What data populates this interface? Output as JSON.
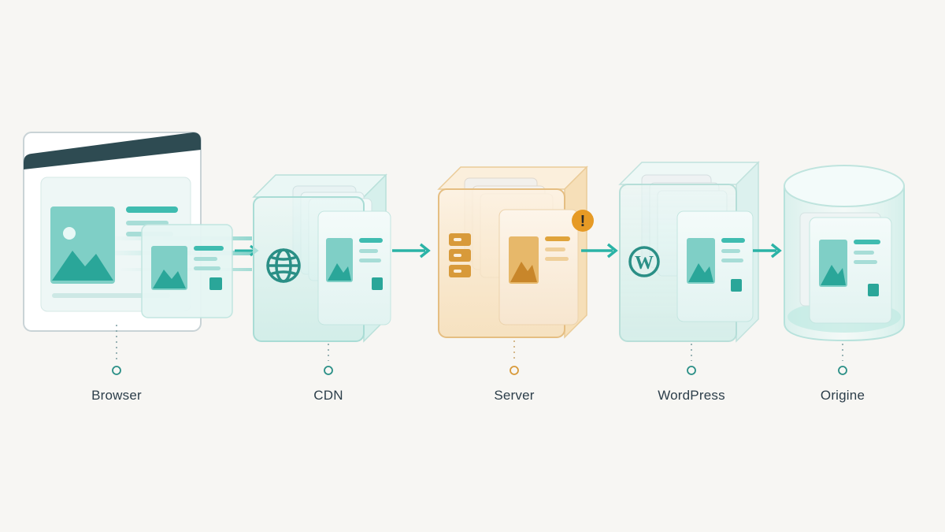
{
  "stages": [
    {
      "id": "browser",
      "label": "Browser",
      "icon": "image-icon",
      "highlight": false
    },
    {
      "id": "cdn",
      "label": "CDN",
      "icon": "globe-icon",
      "highlight": false
    },
    {
      "id": "server",
      "label": "Server",
      "icon": "server-icon",
      "highlight": true,
      "badge": "!"
    },
    {
      "id": "wordpress",
      "label": "WordPress",
      "icon": "wordpress-icon",
      "highlight": false
    },
    {
      "id": "origine",
      "label": "Origine",
      "icon": "database-icon",
      "highlight": false
    }
  ],
  "colors": {
    "background": "#f7f6f3",
    "teal": "#2bb3a6",
    "teal_dark": "#1f8f86",
    "amber": "#e0a33a",
    "amber_dark": "#c8862a",
    "browser_bar": "#2e4b52",
    "label_text": "#2c3e4a"
  }
}
